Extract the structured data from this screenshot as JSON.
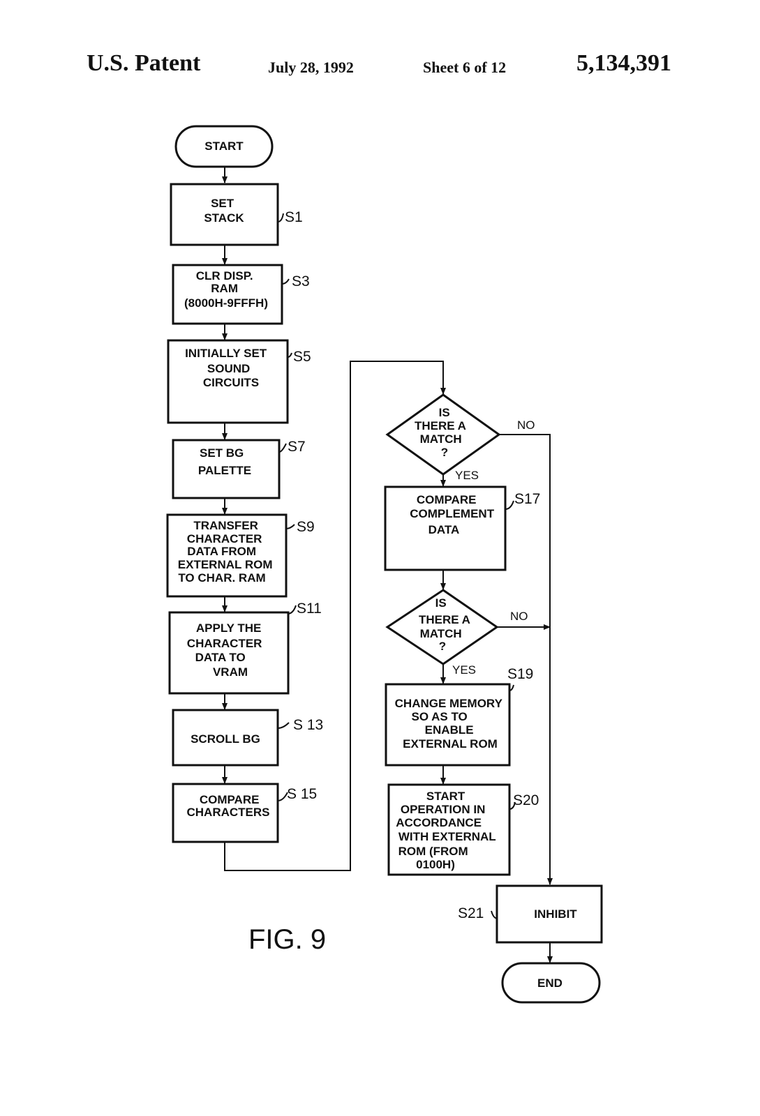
{
  "header": {
    "title": "U.S. Patent",
    "date": "July 28, 1992",
    "sheet": "Sheet 6 of 12",
    "patent_number": "5,134,391"
  },
  "figure_label": "FIG. 9",
  "nodes": {
    "start": {
      "lines": [
        "START"
      ]
    },
    "s1": {
      "lines": [
        "SET",
        "STACK"
      ],
      "step": "S1"
    },
    "s3": {
      "lines": [
        "CLR DISP.",
        "RAM",
        "(8000H-9FFFH)"
      ],
      "step": "S3"
    },
    "s5": {
      "lines": [
        "INITIALLY SET",
        "SOUND",
        "CIRCUITS"
      ],
      "step": "S5"
    },
    "s7": {
      "lines": [
        "SET BG",
        "PALETTE"
      ],
      "step": "S7"
    },
    "s9": {
      "lines": [
        "TRANSFER",
        "CHARACTER",
        "DATA FROM",
        "EXTERNAL ROM",
        "TO CHAR. RAM"
      ],
      "step": "S9"
    },
    "s11": {
      "lines": [
        "APPLY THE",
        "CHARACTER",
        "DATA TO",
        "VRAM"
      ],
      "step": "S11"
    },
    "s13": {
      "lines": [
        "SCROLL BG"
      ],
      "step": "S 13"
    },
    "s15": {
      "lines": [
        "COMPARE",
        "CHARACTERS"
      ],
      "step": "S 15"
    },
    "d1": {
      "lines": [
        "IS",
        "THERE A",
        "MATCH",
        "?"
      ],
      "yes": "YES",
      "no": "NO"
    },
    "s17": {
      "lines": [
        "COMPARE",
        "COMPLEMENT",
        "DATA"
      ],
      "step": "S17"
    },
    "d2": {
      "lines": [
        "IS",
        "THERE A",
        "MATCH",
        "?"
      ],
      "yes": "YES",
      "no": "NO"
    },
    "s19": {
      "lines": [
        "CHANGE MEMORY",
        "SO AS TO",
        "ENABLE",
        "EXTERNAL ROM"
      ],
      "step": "S19"
    },
    "s20": {
      "lines": [
        "START",
        "OPERATION IN",
        "ACCORDANCE",
        "WITH EXTERNAL",
        "ROM (FROM",
        "0100H)"
      ],
      "step": "S20"
    },
    "s21": {
      "lines": [
        "INHIBIT"
      ],
      "step": "S21"
    },
    "end": {
      "lines": [
        "END"
      ]
    }
  }
}
